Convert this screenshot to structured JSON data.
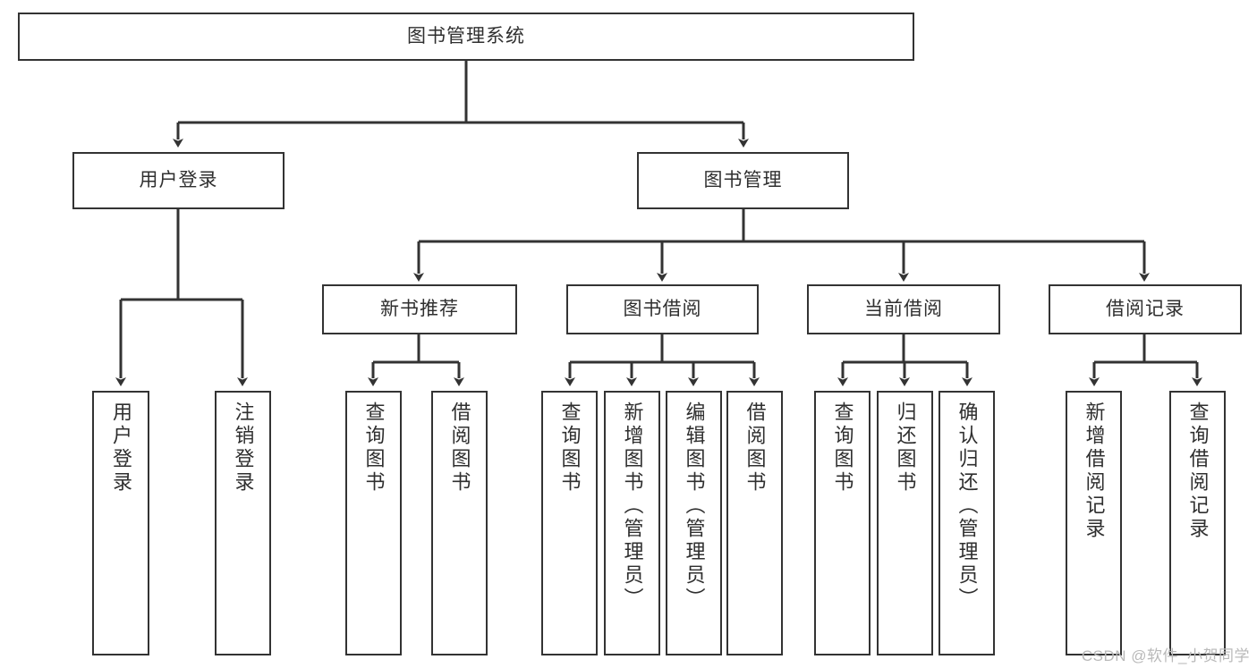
{
  "diagram": {
    "title": "图书管理系统",
    "type": "tree-hierarchy-flowchart",
    "colors": {
      "box_border": "#333333",
      "box_fill": "#ffffff",
      "edge": "#333333",
      "text": "#2f2f2f",
      "watermark": "#b9b9b9",
      "background": "#ffffff"
    },
    "root": {
      "label": "图书管理系统"
    },
    "level2": [
      {
        "label": "用户登录"
      },
      {
        "label": "图书管理"
      }
    ],
    "level3": [
      {
        "label": "新书推荐"
      },
      {
        "label": "图书借阅"
      },
      {
        "label": "当前借阅"
      },
      {
        "label": "借阅记录"
      }
    ],
    "leaves": {
      "user_login": [
        {
          "label": "用户登录"
        },
        {
          "label": "注销登录"
        }
      ],
      "new_book_recommend": [
        {
          "label": "查询图书"
        },
        {
          "label": "借阅图书"
        }
      ],
      "book_borrow": [
        {
          "label": "查询图书"
        },
        {
          "label": "新增图书（管理员）"
        },
        {
          "label": "编辑图书（管理员）"
        },
        {
          "label": "借阅图书"
        }
      ],
      "current_borrow": [
        {
          "label": "查询图书"
        },
        {
          "label": "归还图书"
        },
        {
          "label": "确认归还（管理员）"
        }
      ],
      "borrow_record": [
        {
          "label": "新增借阅记录"
        },
        {
          "label": "查询借阅记录"
        }
      ]
    }
  },
  "watermark": {
    "text": "CSDN @软件_小贺同学"
  }
}
